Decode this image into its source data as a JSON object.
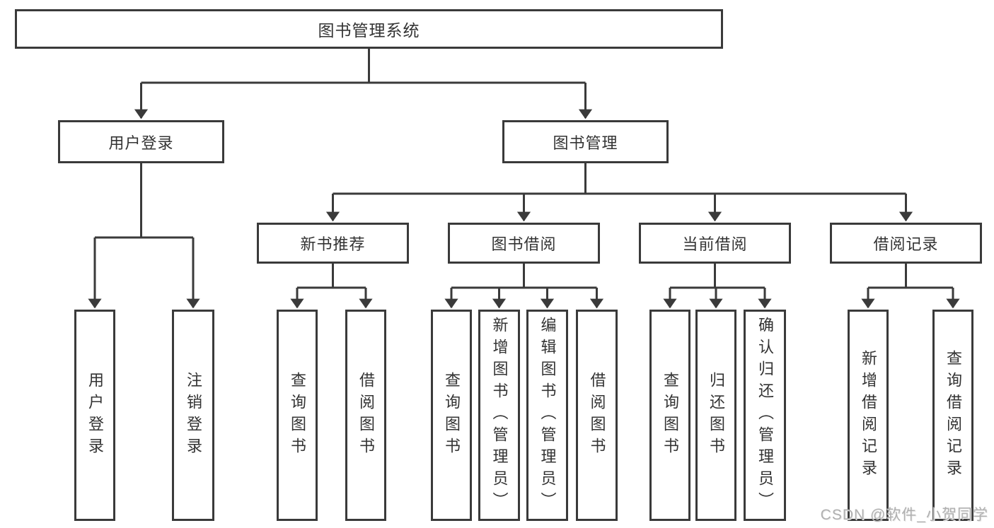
{
  "diagram_title": "图书管理系统",
  "nodes": {
    "root": {
      "label": "图书管理系统"
    },
    "level2": [
      {
        "label": "用户登录"
      },
      {
        "label": "图书管理"
      }
    ],
    "level3": [
      {
        "label": "新书推荐",
        "parent": "图书管理"
      },
      {
        "label": "图书借阅",
        "parent": "图书管理"
      },
      {
        "label": "当前借阅",
        "parent": "图书管理"
      },
      {
        "label": "借阅记录",
        "parent": "图书管理"
      }
    ],
    "leaves": [
      {
        "label": "用户登录",
        "parent": "用户登录"
      },
      {
        "label": "注销登录",
        "parent": "用户登录"
      },
      {
        "label": "查询图书",
        "parent": "新书推荐"
      },
      {
        "label": "借阅图书",
        "parent": "新书推荐"
      },
      {
        "label": "查询图书",
        "parent": "图书借阅"
      },
      {
        "label": "新增图书（管理员）",
        "parent": "图书借阅"
      },
      {
        "label": "编辑图书（管理员）",
        "parent": "图书借阅"
      },
      {
        "label": "借阅图书",
        "parent": "图书借阅"
      },
      {
        "label": "查询图书",
        "parent": "当前借阅"
      },
      {
        "label": "归还图书",
        "parent": "当前借阅"
      },
      {
        "label": "确认归还（管理员）",
        "parent": "当前借阅"
      },
      {
        "label": "新增借阅记录",
        "parent": "借阅记录"
      },
      {
        "label": "查询借阅记录",
        "parent": "借阅记录"
      }
    ]
  },
  "watermark": {
    "text": "CSDN @软件_小贺同学"
  },
  "colors": {
    "line": "#3a3a3a",
    "box_border": "#3a3a3a",
    "text": "#333333",
    "watermark": "#b0b0b0",
    "background": "#ffffff"
  }
}
